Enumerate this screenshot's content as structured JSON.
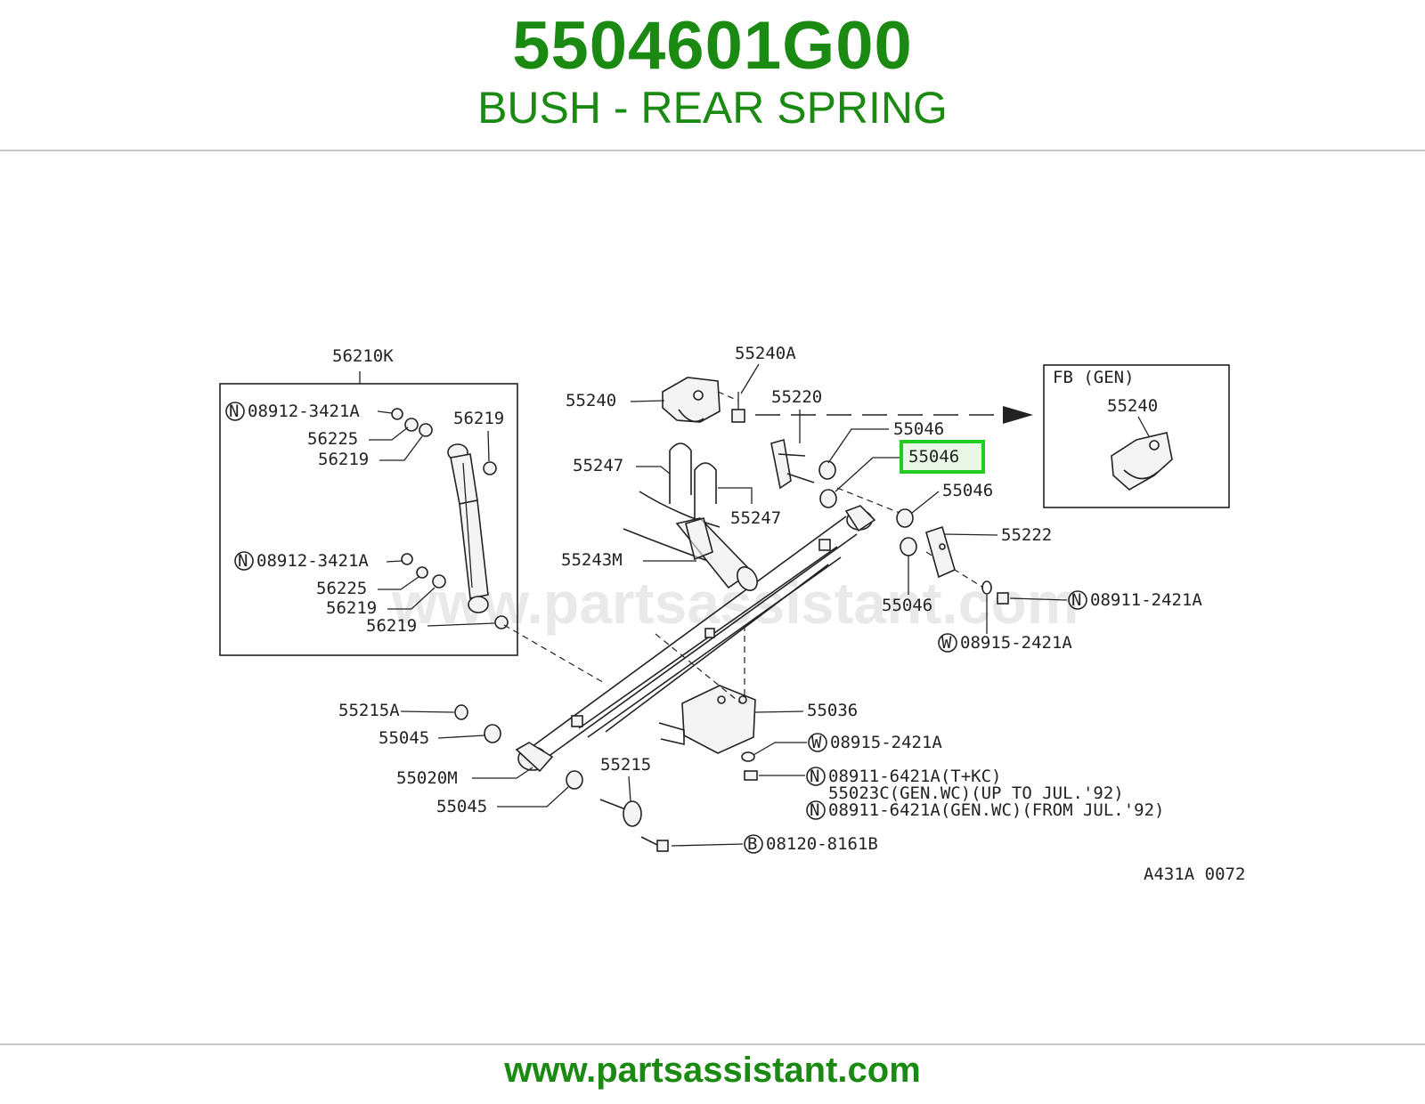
{
  "header": {
    "part_number": "5504601G00",
    "part_name": "BUSH - REAR SPRING"
  },
  "footer": {
    "url": "www.partsassistant.com"
  },
  "diagram": {
    "watermark": "www.partsassistant.com",
    "drawing_code": "A431A 0072",
    "highlight_color": "#22cc22",
    "highlighted_label": "55046",
    "inset": {
      "title": "FB (GEN)",
      "label": "55240"
    },
    "shock_box_label": "56210K",
    "labels": {
      "l_08912_a": "08912-3421A",
      "l_56225_a": "56225",
      "l_56219_a": "56219",
      "l_56219_top": "56219",
      "l_08912_b": "08912-3421A",
      "l_56225_b": "56225",
      "l_56219_b": "56219",
      "l_56219_c": "56219",
      "l_55240A": "55240A",
      "l_55240": "55240",
      "l_55220": "55220",
      "l_55046_a": "55046",
      "l_55046_c": "55046",
      "l_55046_d": "55046",
      "l_55247_a": "55247",
      "l_55247_b": "55247",
      "l_55243M": "55243M",
      "l_55222": "55222",
      "l_08911_2421A": "08911-2421A",
      "l_08915_2421A_a": "08915-2421A",
      "l_55215A": "55215A",
      "l_55045_a": "55045",
      "l_55036": "55036",
      "l_08915_2421A_b": "08915-2421A",
      "l_55020M": "55020M",
      "l_55215": "55215",
      "l_08911_6421A_tkc": "08911-6421A(T+KC)",
      "l_55023C": "55023C(GEN.WC)(UP TO JUL.'92)",
      "l_08911_6421A_gen": "08911-6421A(GEN.WC)(FROM JUL.'92)",
      "l_55045_b": "55045",
      "l_08120_8161B": "08120-8161B"
    },
    "markers": {
      "n": "N",
      "w": "W",
      "b": "B"
    }
  }
}
